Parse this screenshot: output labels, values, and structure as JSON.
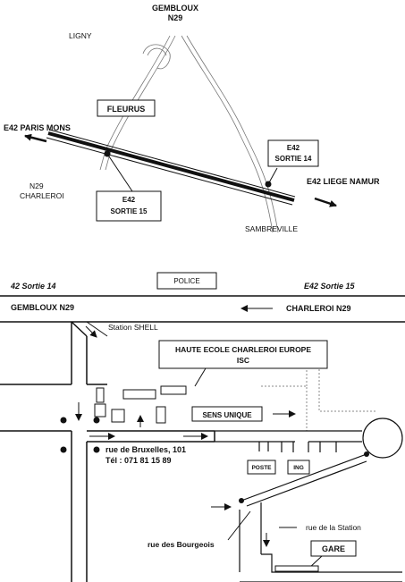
{
  "upper_map": {
    "gembloux_line1": "GEMBLOUX",
    "gembloux_line2": "N29",
    "ligny": "LIGNY",
    "fleurus": "FLEURUS",
    "e42_west": "E42  PARIS  MONS",
    "exit14_line1": "E42",
    "exit14_line2": "SORTIE 14",
    "e42_east": "E42  LIEGE  NAMUR",
    "n29_charleroi_line1": "N29",
    "n29_charleroi_line2": "CHARLEROI",
    "exit15_line1": "E42",
    "exit15_line2": "SORTIE 15",
    "sambreville": "SAMBREVILLE"
  },
  "lower_map": {
    "police": "POLICE",
    "sortie14": "42 Sortie 14",
    "sortie15": "E42 Sortie 15",
    "gembloux_n29": "GEMBLOUX  N29",
    "charleroi_n29": "CHARLEROI  N29",
    "station_shell": "Station SHELL",
    "school_line1": "HAUTE ECOLE CHARLEROI EUROPE",
    "school_line2": "ISC",
    "sens_unique": "SENS UNIQUE",
    "address_line1": "rue de Bruxelles, 101",
    "address_line2": "Tél : 071 81 15 89",
    "poste": "POSTE",
    "ing": "ING",
    "rue_station": "rue de la Station",
    "gare": "GARE",
    "rue_bourgeois": "rue des Bourgeois"
  }
}
